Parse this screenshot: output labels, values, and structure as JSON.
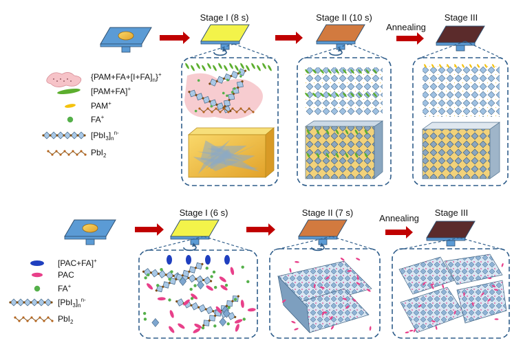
{
  "top": {
    "stages": [
      "Stage I (8 s)",
      "Stage II (10 s)",
      "Stage III"
    ],
    "annealing_label": "Annealing",
    "legend": [
      {
        "text": "{PAM+FA+[I+FA]",
        "sub": "n",
        "after": "}",
        "sup": "+",
        "icon": "pink-blob-icon"
      },
      {
        "text": "[PAM+FA]",
        "sup": "+",
        "icon": "green-leaf-icon"
      },
      {
        "text": "PAM",
        "sup": "+",
        "icon": "yellow-leaf-icon"
      },
      {
        "text": "FA",
        "sup": "+",
        "icon": "green-dot-icon"
      },
      {
        "text": "[PbI",
        "sub": "3",
        "after": "]",
        "sub2": "n",
        "sup": "n-",
        "icon": "octahedra-chain-icon"
      },
      {
        "text": "PbI",
        "sub": "2",
        "icon": "zigzag-chain-icon"
      }
    ]
  },
  "bottom": {
    "stages": [
      "Stage I  (6 s)",
      "Stage II (7 s)",
      "Stage III"
    ],
    "annealing_label": "Annealing",
    "legend": [
      {
        "text": "[PAC+FA]",
        "sup": "+",
        "icon": "blue-ellipse-icon"
      },
      {
        "text": "PAC",
        "icon": "magenta-ellipse-icon"
      },
      {
        "text": "FA",
        "sup": "+",
        "icon": "green-dot-icon"
      },
      {
        "text": "[PbI",
        "sub": "3",
        "after": "]",
        "sub2": "n",
        "sup": "n-",
        "icon": "octahedra-chain-icon"
      },
      {
        "text": "PbI",
        "sub": "2",
        "icon": "zigzag-chain-icon"
      }
    ]
  },
  "colors": {
    "substrate_blue": "#5b9bd5",
    "film_yellow": "#f3f34a",
    "film_orange": "#d27a3f",
    "film_brown": "#5b2b2b",
    "arrow_red": "#c00000",
    "dashed_border": "#2f5d8a",
    "octahedron": "#a9c8e6",
    "pam_green": "#5cae2e",
    "pam_yellow": "#f4c20d",
    "pac_blue": "#1f3fbf",
    "pac_magenta": "#e8408a",
    "fa_green": "#55b04a",
    "blob_pink": "#f6c3c8"
  }
}
